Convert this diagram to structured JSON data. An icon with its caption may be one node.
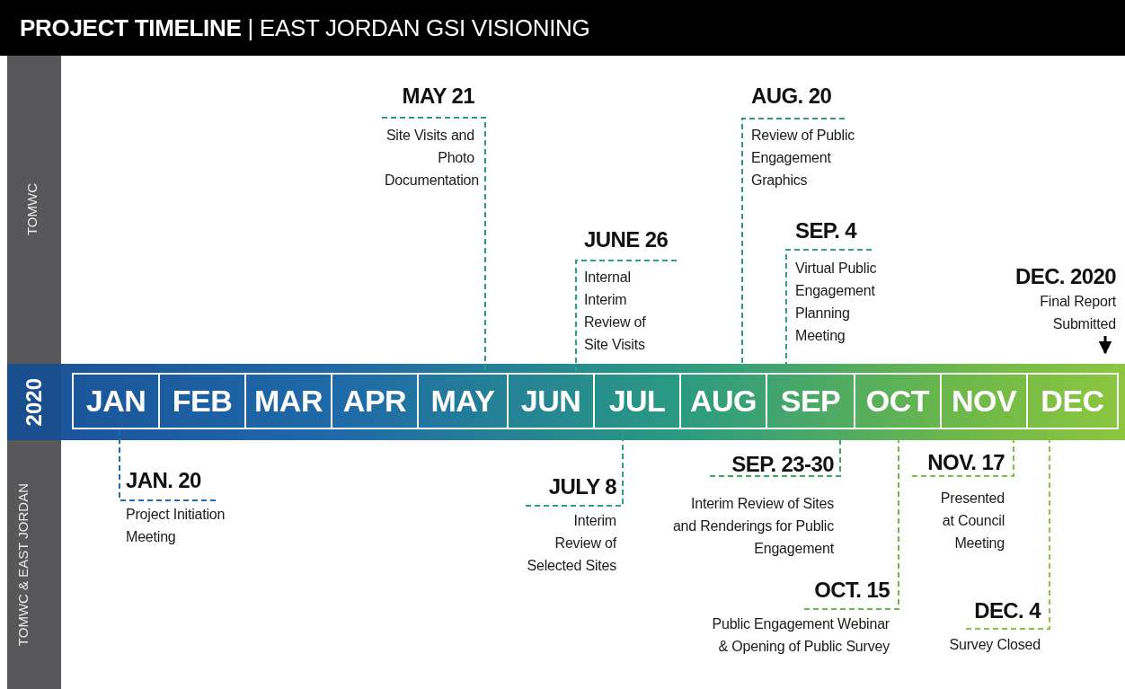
{
  "diagram": {
    "title": "**PROJECT TIMELINE** | EAST JORDAN GSI VISIONING",
    "nodes": [
      {
        "text": [
          "2020"
        ]
      },
      {
        "text": [
          "JAN"
        ],
        "in": 0
      },
      {
        "text": [
          "FEB"
        ],
        "in": 0
      },
      {
        "text": [
          "MAR"
        ],
        "in": 0
      },
      {
        "text": [
          "APR"
        ],
        "in": 0
      },
      {
        "text": [
          "MAY"
        ],
        "in": 0
      },
      {
        "text": [
          "JUN"
        ],
        "in": 0
      },
      {
        "text": [
          "JUL"
        ],
        "in": 0
      },
      {
        "text": [
          "AUG"
        ],
        "in": 0
      },
      {
        "text": [
          "SEP"
        ],
        "in": 0
      },
      {
        "text": [
          "OCT"
        ],
        "in": 0
      },
      {
        "text": [
          "NOV"
        ],
        "in": 0
      },
      {
        "text": [
          "DEC"
        ],
        "in": 0
      },
      {
        "text": [
          "MAY 21",
          "Site Visits and Photo Documentation"
        ]
      },
      {
        "text": [
          "JUNE 26",
          "Internal Interim Review of Site Visits"
        ]
      },
      {
        "text": [
          "AUG. 20",
          "Review of Public Engagement Graphics"
        ]
      },
      {
        "text": [
          "SEP. 4",
          "Virtual Public Engagement Planning Meeting"
        ]
      },
      {
        "text": [
          "DEC. 2020",
          "Final Report Submitted"
        ]
      },
      {
        "text": [
          "JAN. 20",
          "Project Initiation Meeting"
        ]
      },
      {
        "text": [
          "JULY 8",
          "Interim Review of Selected Sites"
        ]
      },
      {
        "text": [
          "SEP. 23-30",
          "Interim Review of Sites and Renderings for Public Engagement"
        ]
      },
      {
        "text": [
          "OCT. 15",
          "Public Engagement Webinar & Opening of Public Survey"
        ]
      },
      {
        "text": [
          "NOV. 17",
          "Presented at Council Meeting"
        ]
      },
      {
        "text": [
          "DEC. 4",
          "Survey Closed"
        ]
      }
    ],
    "edges": [
      {
        "from": 13,
        "to": 5,
        "arrow": "none",
        "style": "dashed",
        "color": "#2a9a7e"
      },
      {
        "from": 14,
        "to": 6,
        "arrow": "none",
        "style": "dashed",
        "color": "#2aa37c"
      },
      {
        "from": 15,
        "to": 8,
        "arrow": "none",
        "style": "dashed",
        "color": "#2a9d7e"
      },
      {
        "from": 16,
        "to": 9,
        "arrow": "none",
        "style": "dashed",
        "color": "#34a56e"
      },
      {
        "from": 17,
        "to": 12,
        "arrow": "to",
        "color": "#000000"
      },
      {
        "from": 18,
        "to": 1,
        "arrow": "none",
        "style": "dashed",
        "color": "#1f6db0"
      },
      {
        "from": 19,
        "to": 7,
        "arrow": "none",
        "style": "dashed",
        "color": "#27a47a"
      },
      {
        "from": 20,
        "to": 9,
        "arrow": "none",
        "style": "dashed",
        "color": "#3aaa66"
      },
      {
        "from": 21,
        "to": 10,
        "arrow": "none",
        "style": "dashed",
        "color": "#6ab84a"
      },
      {
        "from": 22,
        "to": 11,
        "arrow": "none",
        "style": "dashed",
        "color": "#7cbf45"
      },
      {
        "from": 23,
        "to": 12,
        "arrow": "none",
        "style": "dashed",
        "color": "#8cc63f"
      }
    ],
    "labels": [
      "TOMWC",
      "TOMWC & EAST JORDAN"
    ]
  }
}
